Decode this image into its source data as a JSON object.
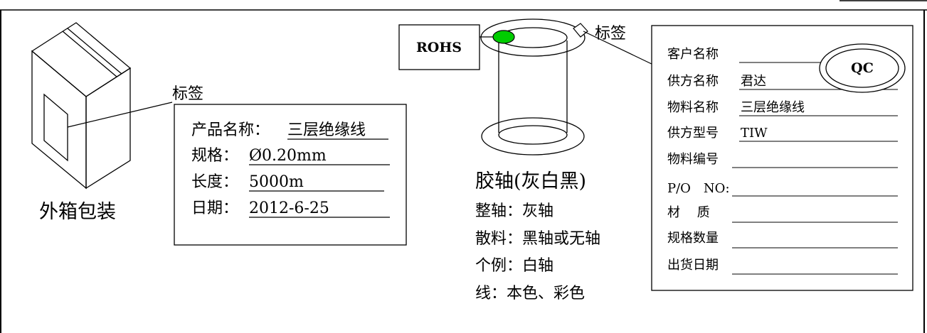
{
  "outer_box": {
    "label": "外箱包装",
    "tag_label": "标签",
    "info_rows": [
      {
        "key": "产品名称：",
        "value": "三层绝缘线"
      },
      {
        "key": "规格：",
        "value": "Ø0.20mm"
      },
      {
        "key": "长度：",
        "value": "5000m"
      },
      {
        "key": "日期：",
        "value": "2012-6-25"
      }
    ]
  },
  "spool": {
    "rohs_label": "ROHS",
    "tag_label": "标签",
    "title": "胶轴(灰白黑)",
    "notes": [
      "整轴：灰轴",
      "散料：黑轴或无轴",
      "个例：白轴",
      "线：本色、彩色"
    ],
    "colors": {
      "rohs_dot": "#00cc00"
    }
  },
  "label_card": {
    "qc_label": "QC",
    "rows": [
      {
        "key": "客户名称",
        "value": ""
      },
      {
        "key": "供方名称",
        "value": "君达"
      },
      {
        "key": "物料名称",
        "value": "三层绝缘线"
      },
      {
        "key": "供方型号",
        "value": "TIW"
      },
      {
        "key": "物料编号",
        "value": ""
      },
      {
        "key": "P/O　NO:",
        "value": ""
      },
      {
        "key": "材　 质",
        "value": ""
      },
      {
        "key": "规格数量",
        "value": ""
      },
      {
        "key": "出货日期",
        "value": ""
      }
    ]
  }
}
